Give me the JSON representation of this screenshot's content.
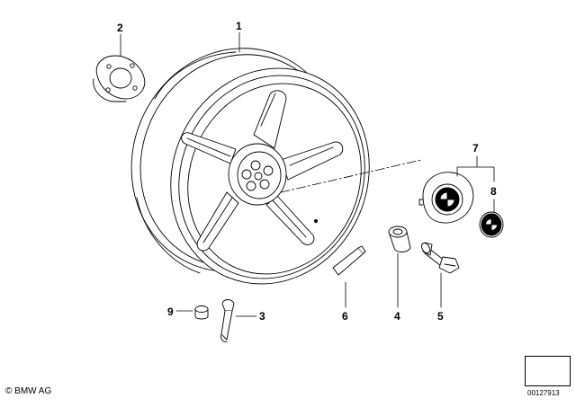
{
  "diagram": {
    "callouts": [
      {
        "id": "c1",
        "text": "1"
      },
      {
        "id": "c2",
        "text": "2"
      },
      {
        "id": "c3",
        "text": "3"
      },
      {
        "id": "c4",
        "text": "4"
      },
      {
        "id": "c5",
        "text": "5"
      },
      {
        "id": "c6",
        "text": "6"
      },
      {
        "id": "c7",
        "text": "7"
      },
      {
        "id": "c8",
        "text": "8"
      },
      {
        "id": "c9",
        "text": "9"
      }
    ]
  },
  "footer": {
    "copyright": "© BMW AG",
    "doc_number": "00127913"
  },
  "icons": {
    "nav_arrow": "arrow-down-left-icon"
  }
}
